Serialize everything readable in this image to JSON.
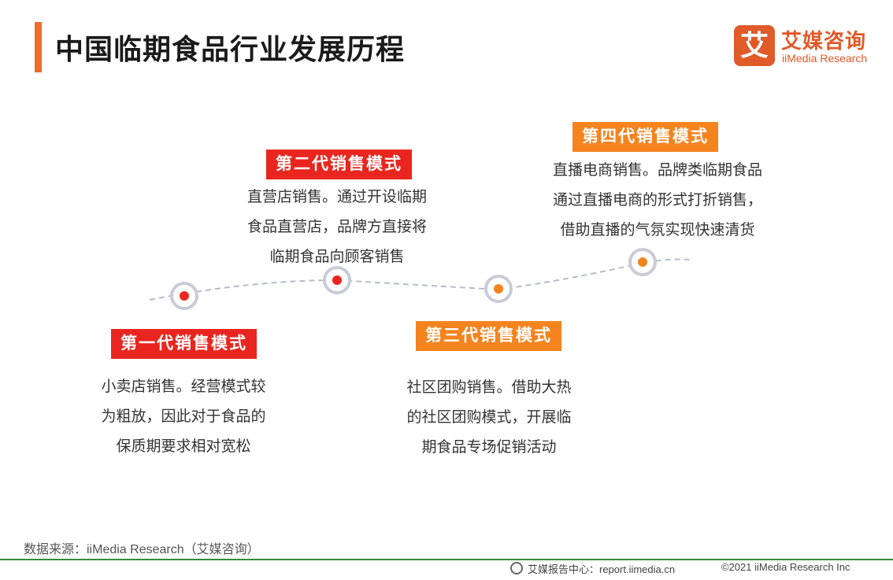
{
  "header": {
    "title": "中国临期食品行业发展历程"
  },
  "logo": {
    "mark": "艾",
    "name_cn": "艾媒咨询",
    "name_en": "iiMedia Research",
    "color": "#e05a2a"
  },
  "timeline": {
    "stages": [
      {
        "label": "第一代销售模式",
        "color": "red",
        "lines": [
          "小卖店销售。经营模式较",
          "为粗放，因此对于食品的",
          "保质期要求相对宽松"
        ]
      },
      {
        "label": "第二代销售模式",
        "color": "red",
        "lines": [
          "直营店销售。通过开设临期",
          "食品直营店，品牌方直接将",
          "临期食品向顾客销售"
        ]
      },
      {
        "label": "第三代销售模式",
        "color": "orange",
        "lines": [
          "社区团购销售。借助大热",
          "的社区团购模式，开展临",
          "期食品专场促销活动"
        ]
      },
      {
        "label": "第四代销售模式",
        "color": "orange",
        "lines": [
          "直播电商销售。品牌类临期食品",
          "通过直播电商的形式打折销售，",
          "借助直播的气氛实现快速清货"
        ]
      }
    ]
  },
  "footer": {
    "source": "数据来源：iiMedia Research（艾媒咨询）",
    "center": "艾媒报告中心：report.iimedia.cn",
    "copyright": "©2021  iiMedia Research  Inc"
  },
  "colors": {
    "accent": "#ee6b2a",
    "red": "#e8261f",
    "orange": "#f5841f",
    "footer_line": "#3a8a3a"
  }
}
